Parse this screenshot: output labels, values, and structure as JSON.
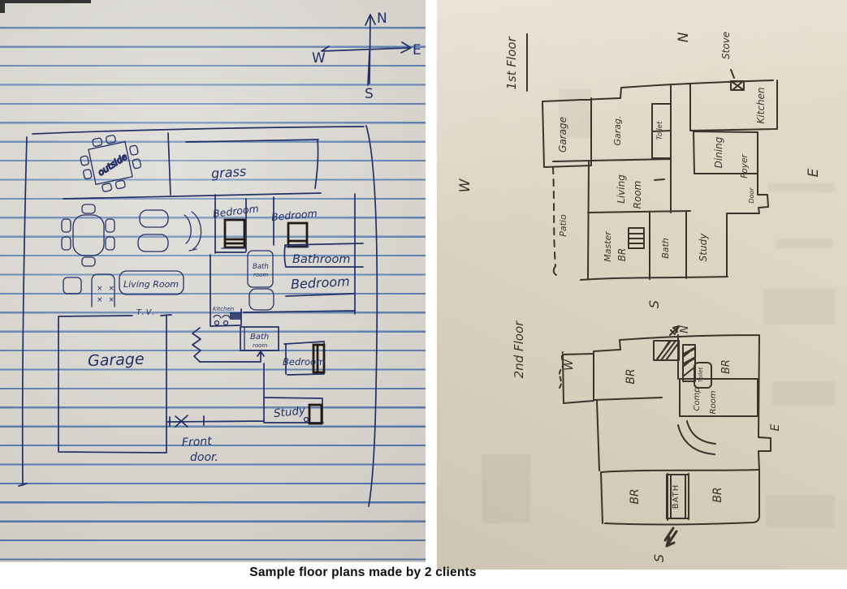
{
  "caption": "Sample floor plans made by 2 clients",
  "colors": {
    "left_ink": "#232f66",
    "left_rule_line": "#3460a0",
    "left_paper": "#d3d0c9",
    "right_ink": "#3a342c",
    "right_paper": "#ded4c2",
    "bed_ink": "#241a12"
  },
  "left": {
    "compass": {
      "n": "N",
      "e": "E",
      "w": "W",
      "s": "S"
    },
    "labels": {
      "outside": "outside",
      "grass": "grass",
      "bedroom_a": "Bedroom",
      "bedroom_b": "Bedroom",
      "bathroom": "Bathroom",
      "bath_small": [
        "Bath",
        "room"
      ],
      "bedroom_c": "Bedroom",
      "living_room": "Living Room",
      "shelf": [
        "× ×",
        "× ×"
      ],
      "tv": "T.V.",
      "kitchen": "Kitchen",
      "bath_2": [
        "Bath",
        "room"
      ],
      "garage": "Garage",
      "bedroom_d": "Bedroom",
      "study": "Study",
      "front_door": [
        "Front",
        "door."
      ]
    }
  },
  "right": {
    "floor1": {
      "title": "1st Floor",
      "compass": {
        "n": "N",
        "w": "W",
        "e": "E",
        "s": "S"
      },
      "labels": {
        "stove": "Stove",
        "kitchen": "Kitchen",
        "dining": "Dining",
        "foyer": "Foyer",
        "door": "Door",
        "garage": "Garage",
        "garage_2": "Garag.",
        "toilet": "Toilet",
        "living": [
          "Living",
          "Room"
        ],
        "patio": "Patio",
        "master": [
          "Master",
          "BR"
        ],
        "bath": "Bath",
        "study": "Study"
      }
    },
    "floor2": {
      "title": "2nd Floor",
      "compass": {
        "n": "N",
        "w": "W",
        "e": "E",
        "s": "S"
      },
      "labels": {
        "br_nw": "BR",
        "br_ne": "BR",
        "toilet": "Toilet",
        "comp": [
          "Comp",
          "Room"
        ],
        "bath": "BATH",
        "br_sw": "BR",
        "br_se": "BR"
      }
    }
  }
}
